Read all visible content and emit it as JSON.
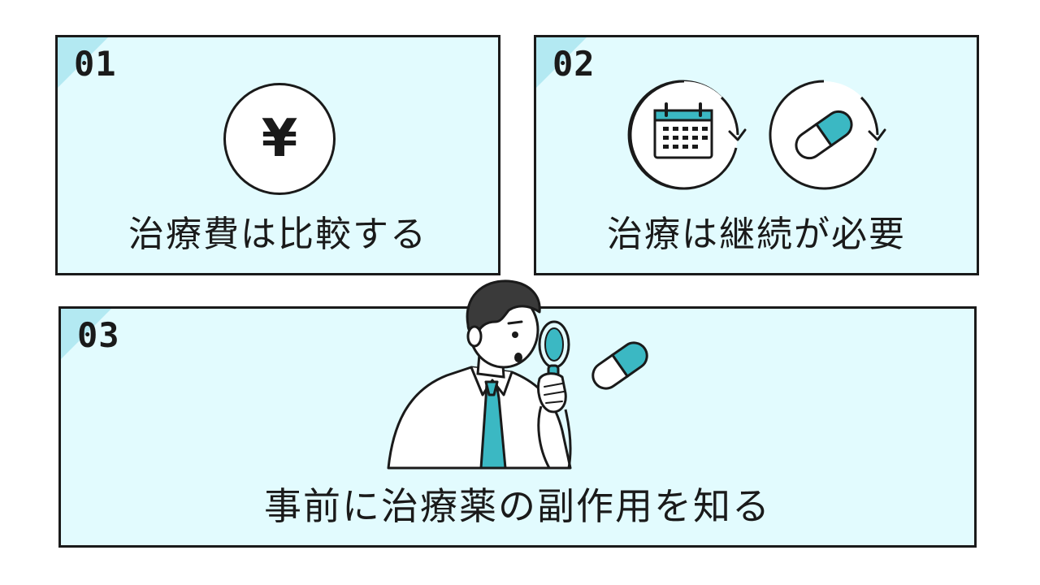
{
  "panels": [
    {
      "number": "01",
      "caption": "治療費は比較する",
      "icon": "yen-icon",
      "symbol": "¥"
    },
    {
      "number": "02",
      "caption": "治療は継続が必要",
      "icons": [
        "calendar-icon",
        "capsule-icon"
      ]
    },
    {
      "number": "03",
      "caption": "事前に治療薬の副作用を知る",
      "icons": [
        "man-with-magnifier-illustration",
        "capsule-icon"
      ]
    }
  ],
  "colors": {
    "panel_bg": "#e2fbfe",
    "corner": "#b3e9f2",
    "accent": "#3bb8c3",
    "border": "#1a1a1a"
  }
}
